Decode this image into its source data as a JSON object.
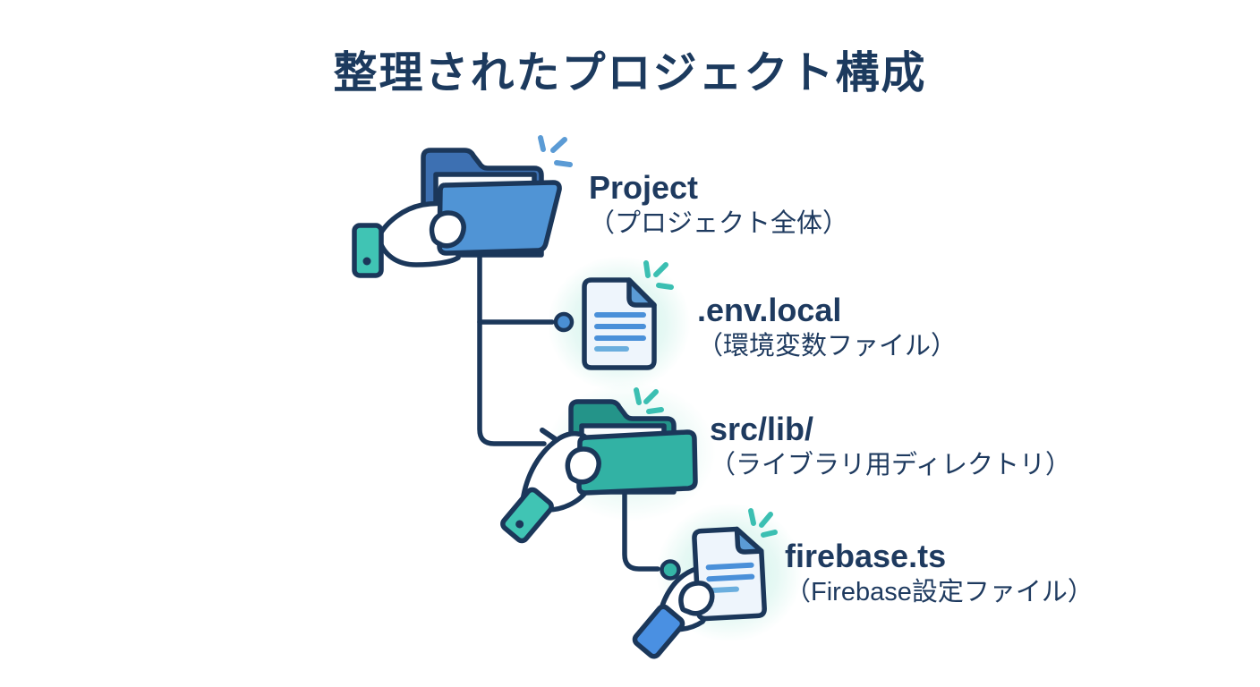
{
  "title": {
    "text": "整理されたプロジェクト構成"
  },
  "nodes": [
    {
      "id": "project",
      "label": "Project",
      "sublabel": "（プロジェクト全体）",
      "icon": "hand-holding-folder-icon",
      "accent": "blue"
    },
    {
      "id": "env-local",
      "label": ".env.local",
      "sublabel": "（環境変数ファイル）",
      "icon": "document-icon",
      "accent": "blue"
    },
    {
      "id": "src-lib",
      "label": "src/lib/",
      "sublabel": "（ライブラリ用ディレクトリ）",
      "icon": "hand-holding-folder-icon",
      "accent": "teal"
    },
    {
      "id": "firebase-ts",
      "label": "firebase.ts",
      "sublabel": "（Firebase設定ファイル）",
      "icon": "hand-holding-document-icon",
      "accent": "blue"
    }
  ],
  "colors": {
    "title_text": "#1c3a5e",
    "label_text": "#1e3a5f",
    "outline_navy": "#1b375a",
    "connector": "#1b375a",
    "blue_folder_back": "#3d70b2",
    "blue_folder_front": "#5094d5",
    "teal_folder_back": "#249489",
    "teal_folder_front": "#32b2a4",
    "teal_cuff": "#40c4b4",
    "blue_cuff": "#4a90e2",
    "doc_fill": "#eef5fc",
    "doc_fold": "#5b9bd5",
    "doc_line": "#4a90d9",
    "doc_line_light": "#6aaede",
    "branch_dot_blue": "#4a8fd3",
    "branch_dot_teal": "#35b5a6",
    "sparkle_blue": "#5b9bd5",
    "sparkle_teal": "#3bbfb2",
    "glow_teal": "#8ee0cd",
    "background": "#ffffff"
  }
}
